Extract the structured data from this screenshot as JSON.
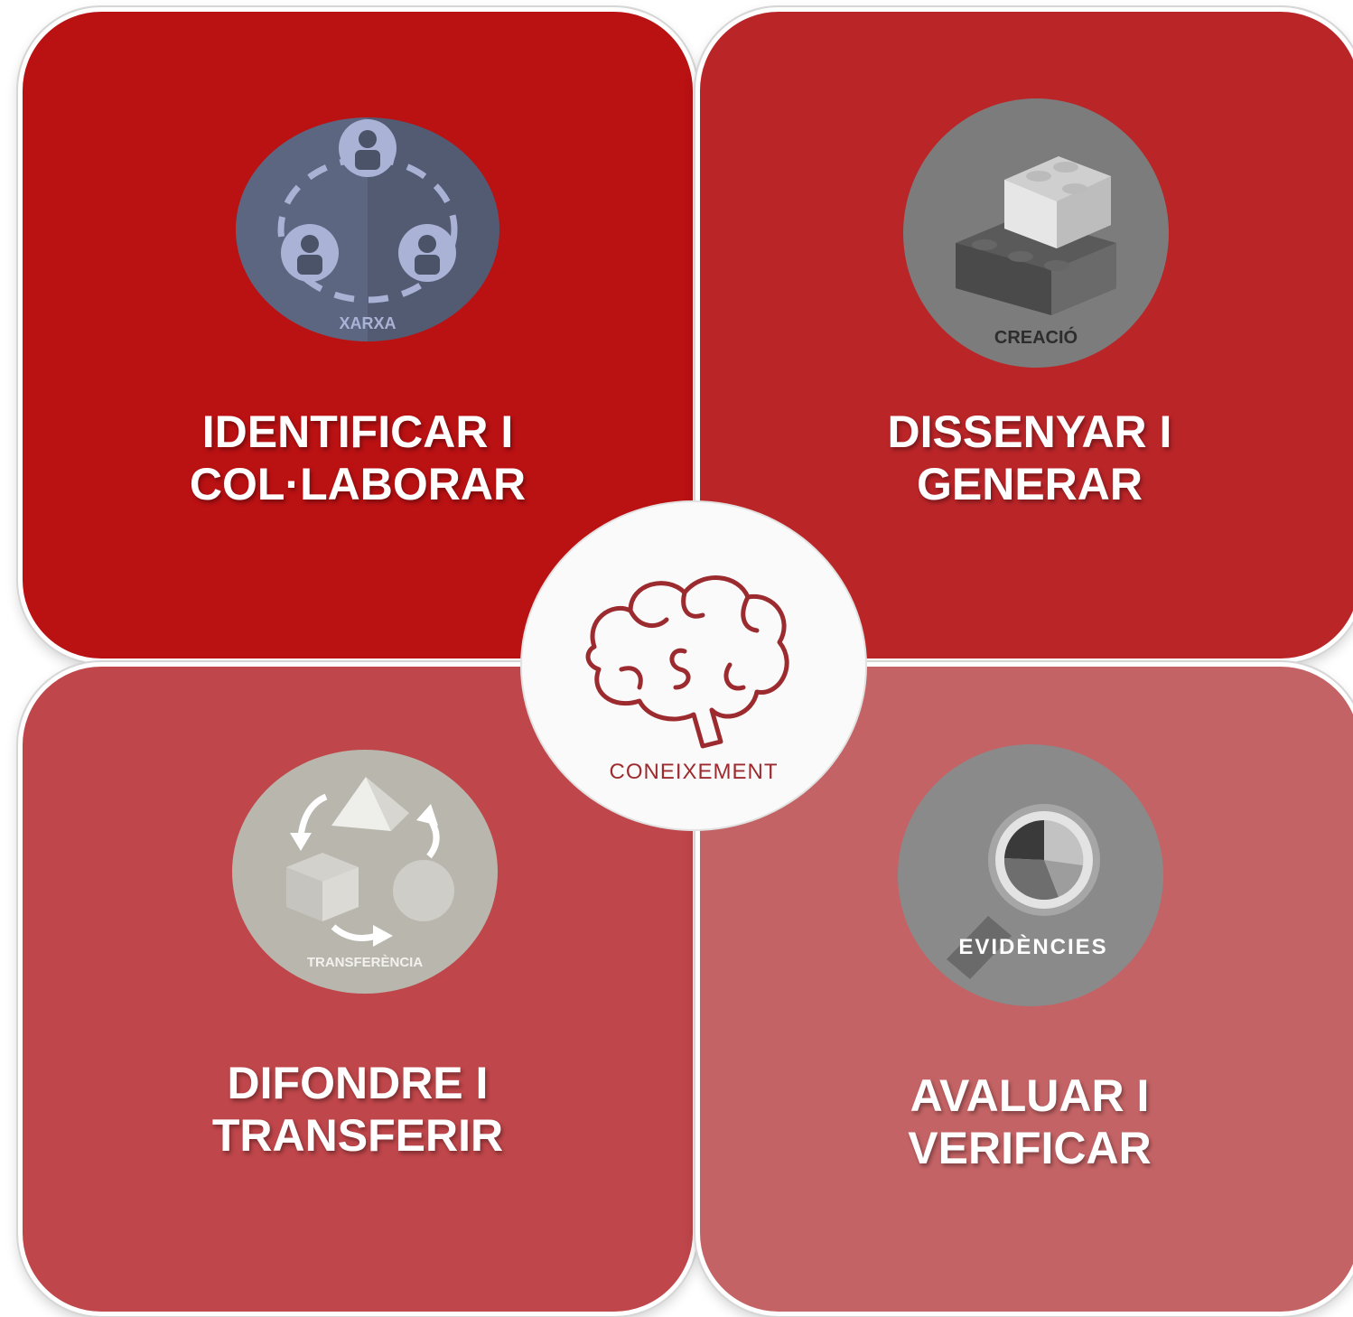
{
  "quadrants": [
    {
      "title_line1": "IDENTIFICAR I",
      "title_line2": "COL·LABORAR",
      "icon": "network-people-icon",
      "icon_label": "XARXA",
      "color": "#ba1113"
    },
    {
      "title_line1": "DISSENYAR I",
      "title_line2": "GENERAR",
      "icon": "building-blocks-icon",
      "icon_label": "CREACIÓ",
      "color": "#ba2528"
    },
    {
      "title_line1": "DIFONDRE I",
      "title_line2": "TRANSFERIR",
      "icon": "transfer-shapes-icon",
      "icon_label": "TRANSFERÈNCIA",
      "color": "#bf464a"
    },
    {
      "title_line1": "AVALUAR I",
      "title_line2": "VERIFICAR",
      "icon": "magnifier-chart-icon",
      "icon_label": "EVIDÈNCIES",
      "color": "#c46365"
    }
  ],
  "center": {
    "label": "CONEIXEMENT",
    "icon": "brain-icon",
    "color": "#9c2b2f"
  }
}
